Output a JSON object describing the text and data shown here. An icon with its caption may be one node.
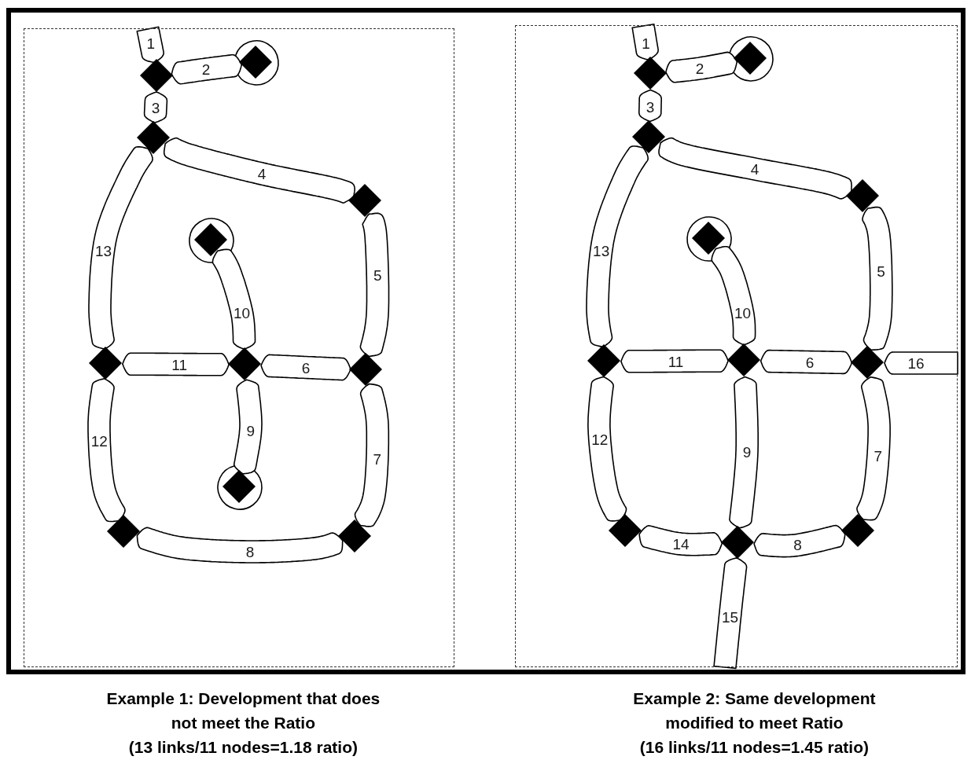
{
  "diagram": {
    "nodes": [
      {
        "text": [
          "Example 1: Development that does not meet the Ratio",
          "(13 links/11 nodes=1.18 ratio)"
        ]
      },
      {
        "text": [],
        "shape": "diamond",
        "in": 0
      },
      {
        "text": [],
        "shape": "diamond",
        "in": 0
      },
      {
        "text": [],
        "shape": "diamond",
        "in": 0
      },
      {
        "text": [],
        "shape": "diamond",
        "in": 0
      },
      {
        "text": [],
        "shape": "diamond",
        "in": 0
      },
      {
        "text": [],
        "shape": "diamond",
        "in": 0
      },
      {
        "text": [],
        "shape": "diamond",
        "in": 0
      },
      {
        "text": [],
        "shape": "diamond",
        "in": 0
      },
      {
        "text": [],
        "shape": "diamond",
        "in": 0
      },
      {
        "text": [],
        "shape": "diamond",
        "in": 0
      },
      {
        "text": [],
        "shape": "diamond",
        "in": 0
      },
      {
        "text": [
          "Example 2: Same development modified to meet Ratio",
          "(16 links/11 nodes=1.45 ratio)"
        ]
      },
      {
        "text": [],
        "shape": "diamond",
        "in": 12
      },
      {
        "text": [],
        "shape": "diamond",
        "in": 12
      },
      {
        "text": [],
        "shape": "diamond",
        "in": 12
      },
      {
        "text": [],
        "shape": "diamond",
        "in": 12
      },
      {
        "text": [],
        "shape": "diamond",
        "in": 12
      },
      {
        "text": [],
        "shape": "diamond",
        "in": 12
      },
      {
        "text": [],
        "shape": "diamond",
        "in": 12
      },
      {
        "text": [],
        "shape": "diamond",
        "in": 12
      },
      {
        "text": [],
        "shape": "diamond",
        "in": 12
      },
      {
        "text": [],
        "shape": "diamond",
        "in": 12
      },
      {
        "text": [],
        "shape": "diamond",
        "in": 12
      }
    ],
    "edges": [
      {
        "from": 1,
        "to": null,
        "arrow": "none",
        "label": "1"
      },
      {
        "from": 1,
        "to": 2,
        "arrow": "none",
        "label": "2"
      },
      {
        "from": 1,
        "to": 3,
        "arrow": "none",
        "label": "3"
      },
      {
        "from": 3,
        "to": 4,
        "arrow": "none",
        "label": "4"
      },
      {
        "from": 4,
        "to": 8,
        "arrow": "none",
        "label": "5"
      },
      {
        "from": 7,
        "to": 8,
        "arrow": "none",
        "label": "6"
      },
      {
        "from": 8,
        "to": 11,
        "arrow": "none",
        "label": "7"
      },
      {
        "from": 10,
        "to": 11,
        "arrow": "none",
        "label": "8"
      },
      {
        "from": 7,
        "to": 9,
        "arrow": "none",
        "label": "9"
      },
      {
        "from": 5,
        "to": 7,
        "arrow": "none",
        "label": "10"
      },
      {
        "from": 6,
        "to": 7,
        "arrow": "none",
        "label": "11"
      },
      {
        "from": 6,
        "to": 10,
        "arrow": "none",
        "label": "12"
      },
      {
        "from": 3,
        "to": 6,
        "arrow": "none",
        "label": "13"
      },
      {
        "from": 13,
        "to": null,
        "arrow": "none",
        "label": "1"
      },
      {
        "from": 13,
        "to": 14,
        "arrow": "none",
        "label": "2"
      },
      {
        "from": 13,
        "to": 15,
        "arrow": "none",
        "label": "3"
      },
      {
        "from": 15,
        "to": 16,
        "arrow": "none",
        "label": "4"
      },
      {
        "from": 16,
        "to": 20,
        "arrow": "none",
        "label": "5"
      },
      {
        "from": 19,
        "to": 20,
        "arrow": "none",
        "label": "6"
      },
      {
        "from": 20,
        "to": 23,
        "arrow": "none",
        "label": "7"
      },
      {
        "from": 22,
        "to": 23,
        "arrow": "none",
        "label": "8"
      },
      {
        "from": 19,
        "to": 22,
        "arrow": "none",
        "label": "9"
      },
      {
        "from": 17,
        "to": 19,
        "arrow": "none",
        "label": "10"
      },
      {
        "from": 18,
        "to": 19,
        "arrow": "none",
        "label": "11"
      },
      {
        "from": 18,
        "to": 21,
        "arrow": "none",
        "label": "12"
      },
      {
        "from": 15,
        "to": 18,
        "arrow": "none",
        "label": "13"
      },
      {
        "from": 21,
        "to": 22,
        "arrow": "none",
        "label": "14"
      },
      {
        "from": 22,
        "to": null,
        "arrow": "none",
        "label": "15"
      },
      {
        "from": 20,
        "to": null,
        "arrow": "none",
        "label": "16"
      }
    ]
  }
}
